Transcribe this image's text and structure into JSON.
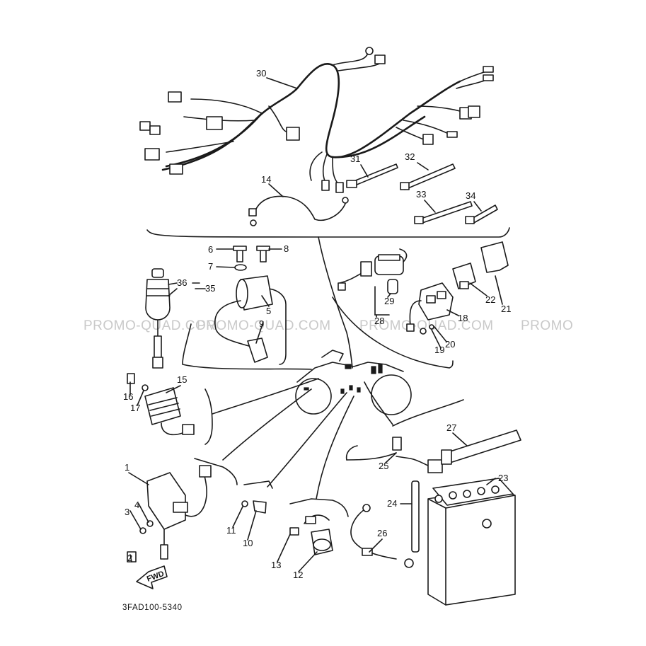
{
  "diagram": {
    "code": "3FAD100-5340",
    "direction_label": "FWD",
    "watermark": [
      "PROMO-QUAD.COM",
      "PROMO-QUAD.COM",
      "PROMO-QUAD.COM",
      "PROMO"
    ],
    "callouts": [
      "1",
      "2",
      "3",
      "4",
      "5",
      "6",
      "7",
      "8",
      "9",
      "10",
      "11",
      "12",
      "13",
      "14",
      "15",
      "16",
      "17",
      "18",
      "19",
      "20",
      "21",
      "22",
      "23",
      "24",
      "25",
      "26",
      "27",
      "28",
      "29",
      "30",
      "31",
      "32",
      "33",
      "34",
      "35",
      "36"
    ]
  },
  "colors": {
    "line": "#1a1a1a",
    "watermark": "#c9c9c9",
    "background": "#ffffff"
  }
}
